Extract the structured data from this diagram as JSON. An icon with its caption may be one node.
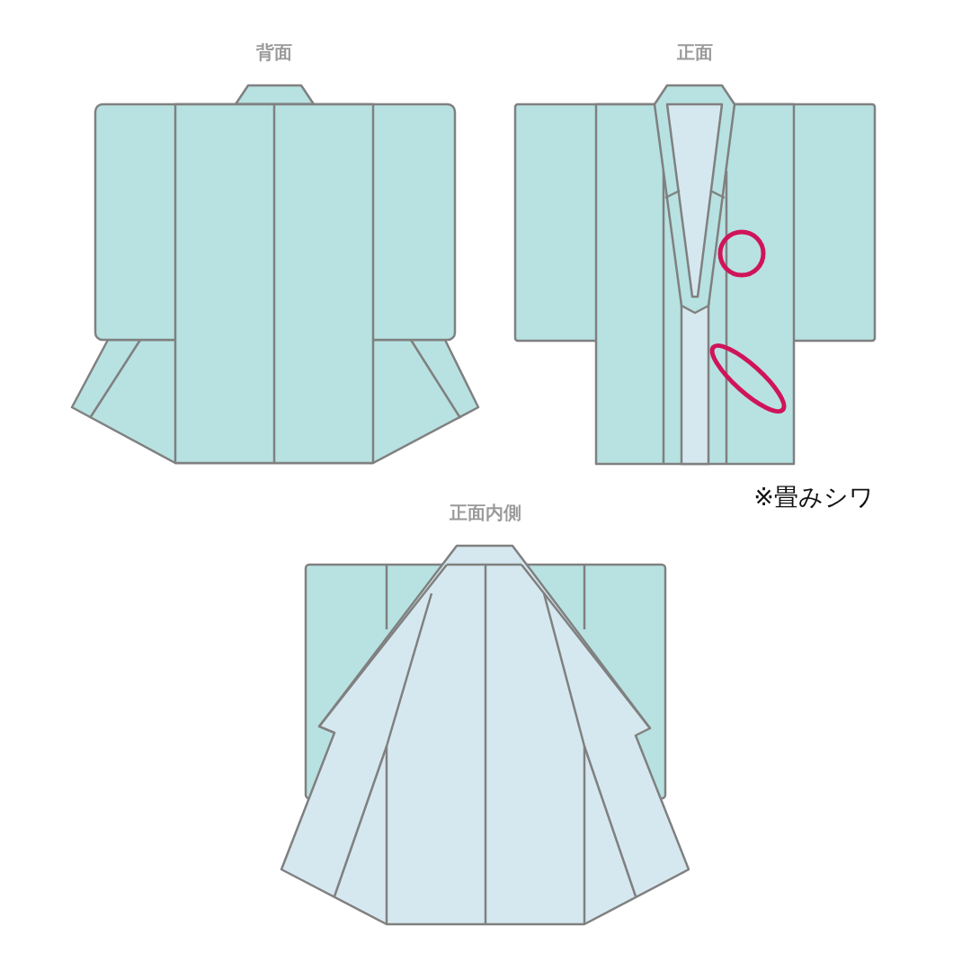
{
  "diagram": {
    "labels": [
      "背面",
      "正面",
      "※畳みシワ",
      "正面内側"
    ]
  }
}
